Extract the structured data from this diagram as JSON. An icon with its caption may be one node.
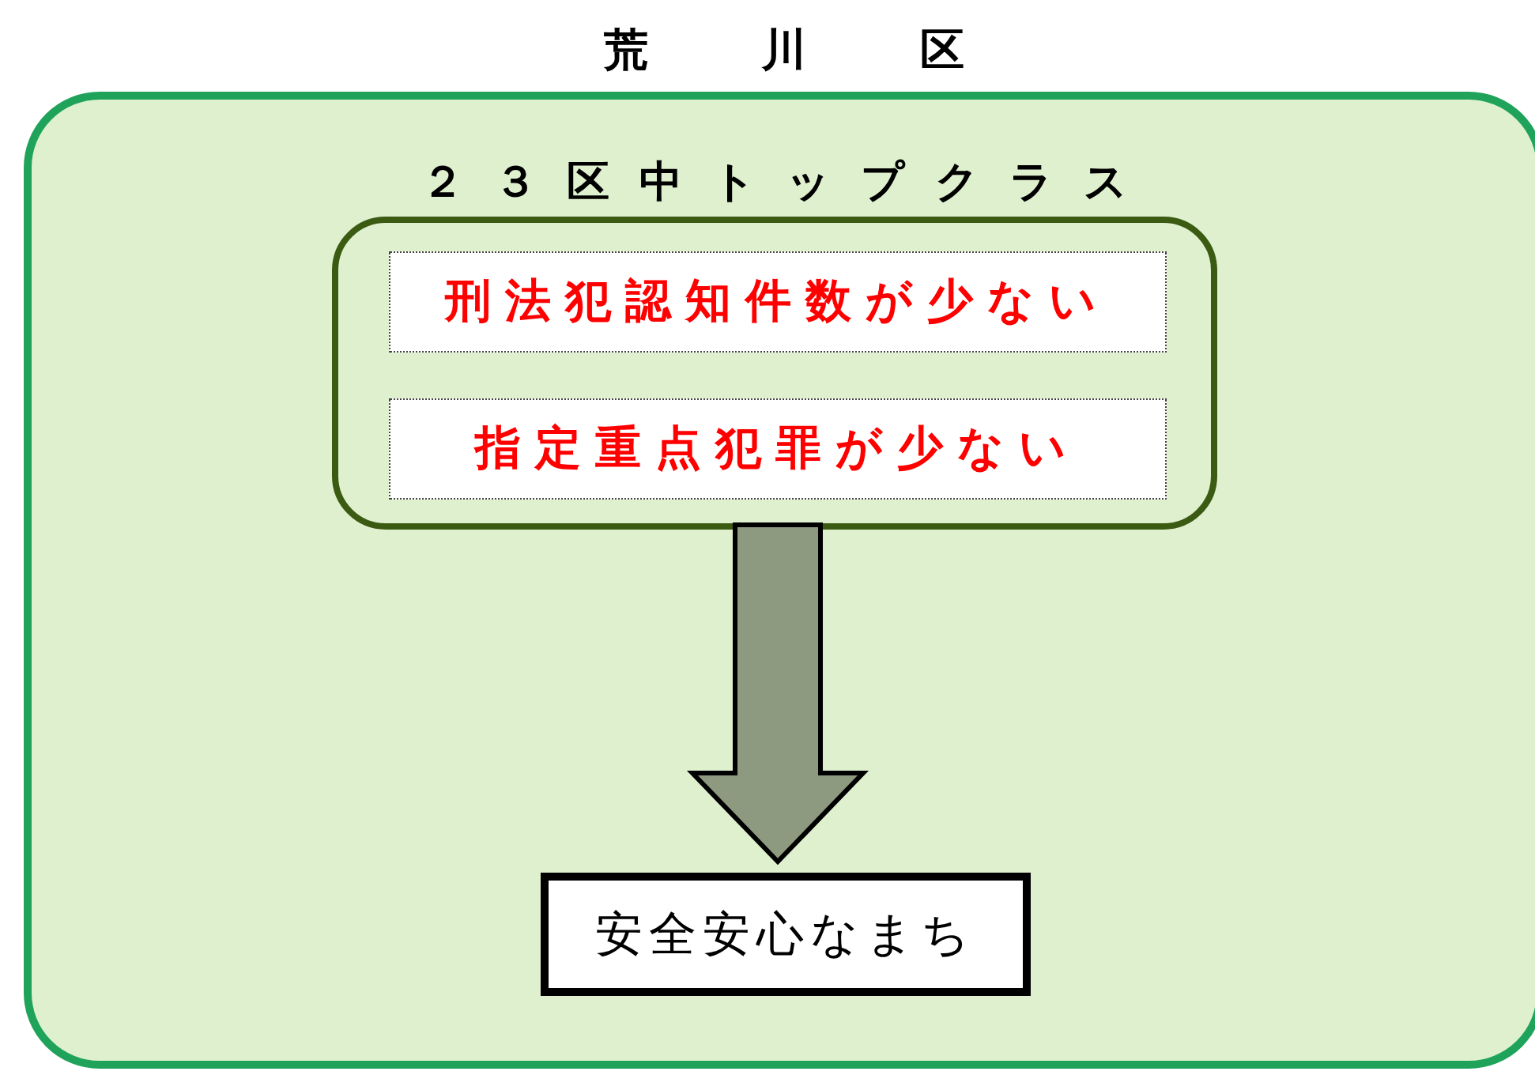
{
  "diagram": {
    "nodes": [
      {
        "text": [
          "荒川区"
        ]
      },
      {
        "text": [
          "２３区中トップクラス"
        ],
        "in": 0
      },
      {
        "text": [
          "刑法犯認知件数が少ない"
        ],
        "in": 1
      },
      {
        "text": [
          "指定重点犯罪が少ない"
        ],
        "in": 1
      },
      {
        "text": [
          "安全安心なまち"
        ],
        "in": 0
      }
    ],
    "edges": [
      {
        "from": 1,
        "to": 4,
        "arrow": "to",
        "style": "thick"
      }
    ]
  }
}
